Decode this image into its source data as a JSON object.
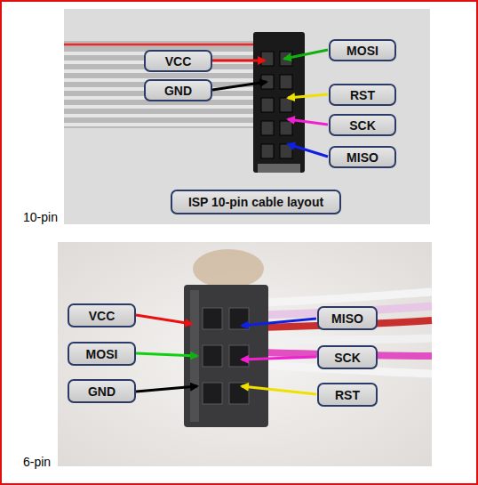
{
  "diagram": {
    "nodes": [
      {
        "text": [
          "VCC"
        ]
      },
      {
        "text": [
          "MOSI"
        ]
      },
      {
        "text": [
          "GND"
        ]
      },
      {
        "text": [
          "RST"
        ]
      },
      {
        "text": [
          "SCK"
        ]
      },
      {
        "text": [
          "MISO"
        ]
      },
      {
        "text": [
          "ISP 10-pin cable layout"
        ]
      },
      {
        "text": [
          "VCC"
        ]
      },
      {
        "text": [
          "MISO"
        ]
      },
      {
        "text": [
          "MOSI"
        ]
      },
      {
        "text": [
          "SCK"
        ]
      },
      {
        "text": [
          "GND"
        ]
      },
      {
        "text": [
          "RST"
        ]
      }
    ],
    "labels": [
      "10-pin",
      "6-pin"
    ]
  }
}
